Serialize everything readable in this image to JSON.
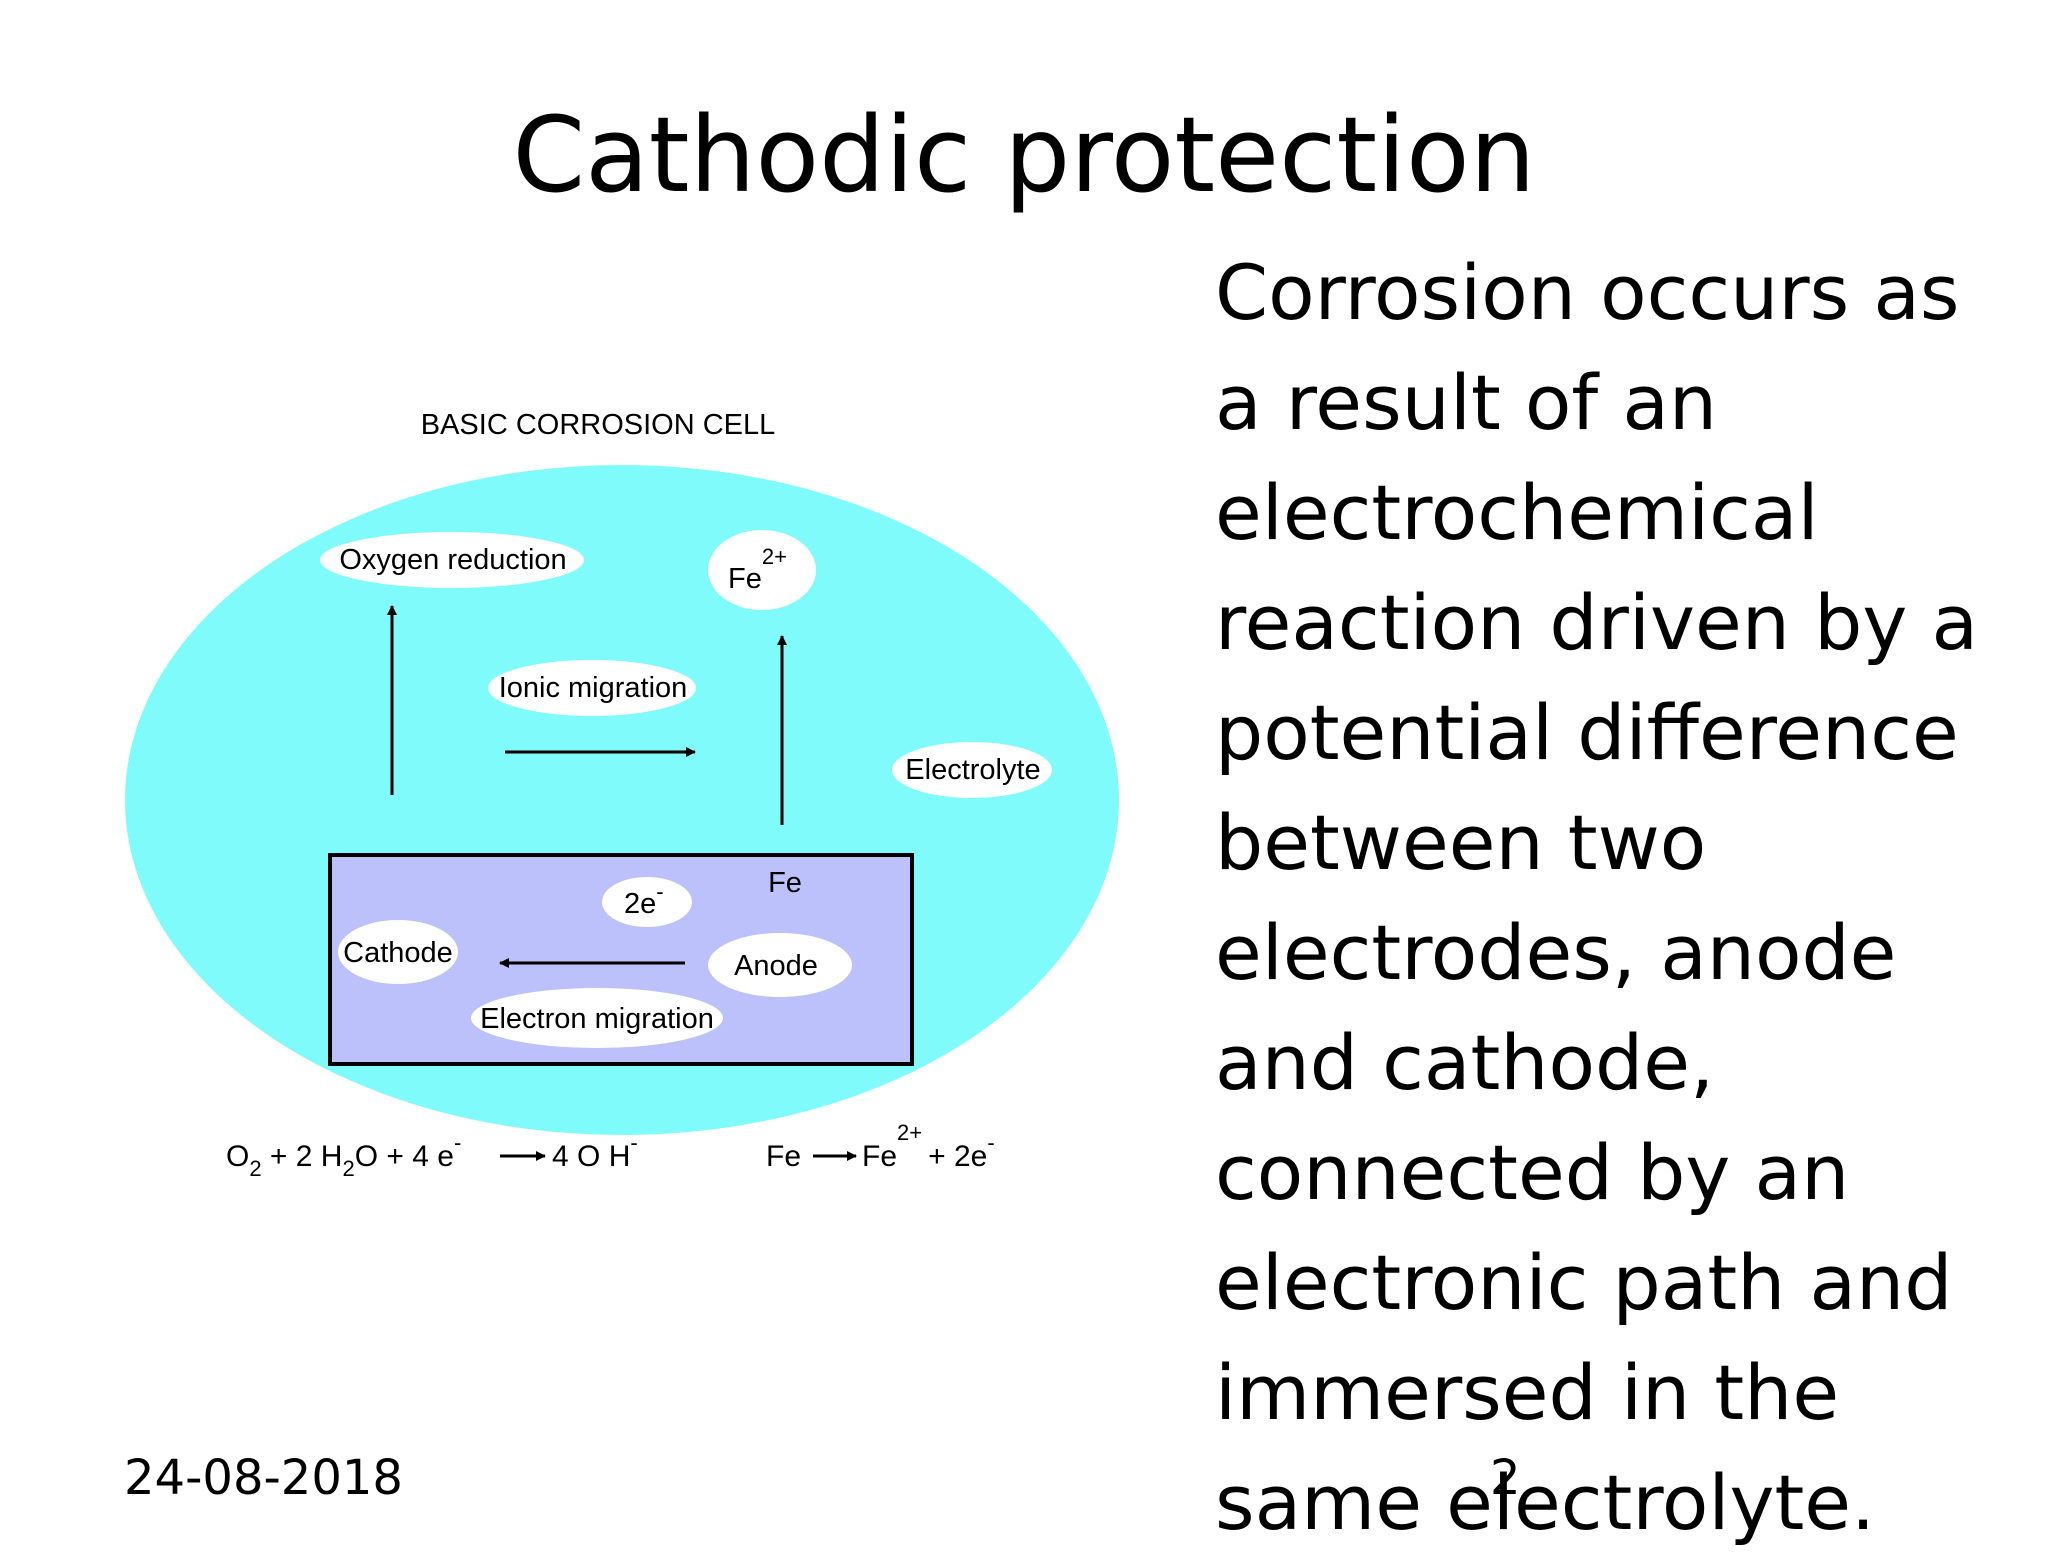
{
  "slide": {
    "title": "Cathodic protection",
    "body_lines": [
      "Corrosion occurs as",
      "a result of an",
      "electrochemical",
      "reaction driven by a",
      "potential difference",
      "between two",
      "electrodes, anode",
      "and cathode,",
      "connected by an",
      "electronic path and",
      "immersed in the",
      "same electrolyte."
    ],
    "date": "24-08-2018",
    "slide_number": "2"
  },
  "diagram": {
    "title": "BASIC CORROSION CELL",
    "labels": {
      "oxygen_reduction": "Oxygen reduction",
      "fe2_base": "Fe",
      "fe2_sup": "2+",
      "ionic_migration": "Ionic migration",
      "electrolyte": "Electrolyte",
      "metal_fe": "Fe",
      "two_e_base": "2e",
      "two_e_sup": "-",
      "cathode": "Cathode",
      "anode": "Anode",
      "electron_migration": "Electron migration"
    },
    "cathode_equation": {
      "o": "O",
      "o_sub": "2",
      "plus_2h": " + 2 H",
      "h_sub": "2",
      "o_plus_4e": "O + 4 e",
      "e_sup": "-",
      "product": "4 O H",
      "product_sup": "-"
    },
    "anode_equation": {
      "reactant": "Fe",
      "product": "Fe",
      "product_sup": "2+",
      "plus_2e": "+ 2e",
      "e_sup": "-"
    },
    "colors": {
      "electrolyte": "#80fbfc",
      "metal": "#bcc0fb",
      "label_bubble": "#ffffff",
      "stroke": "#000000"
    }
  }
}
